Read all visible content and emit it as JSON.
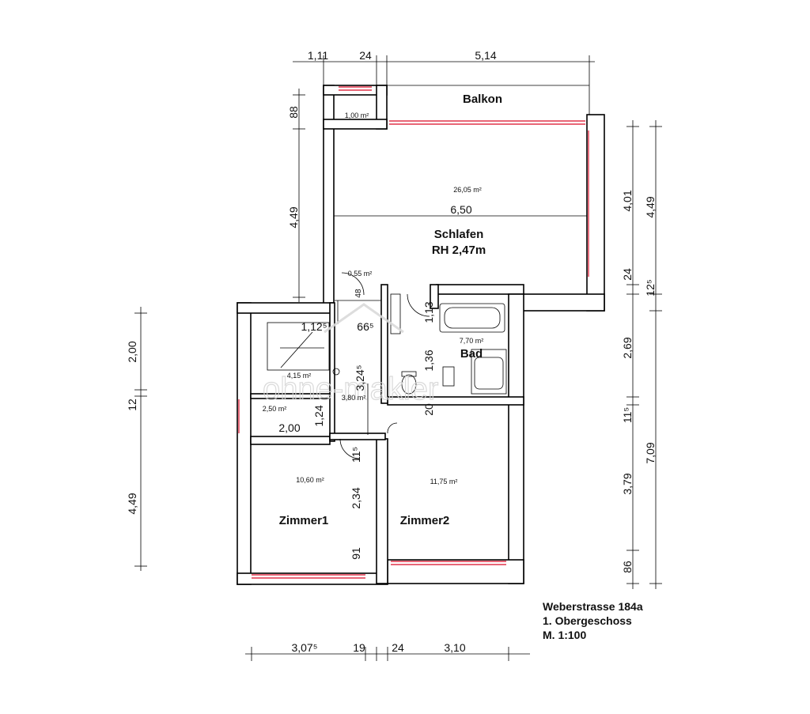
{
  "rooms": {
    "balkon": {
      "name": "Balkon"
    },
    "schlafen": {
      "name": "Schlafen",
      "height": "RH 2,47m",
      "area": "26,05 m²"
    },
    "bad": {
      "name": "Bad",
      "area": "7,70 m²"
    },
    "zimmer1": {
      "name": "Zimmer1",
      "area": "10,60 m²"
    },
    "zimmer2": {
      "name": "Zimmer2",
      "area": "11,75 m²"
    },
    "abstell": {
      "area": "1,00 m²"
    },
    "flur": {
      "area": "3,80 m²"
    },
    "nische": {
      "area": "0,55 m²"
    },
    "kueche": {
      "area": "2,50 m²"
    },
    "kochen": {
      "area": "4,15 m²"
    }
  },
  "dimensions": {
    "top": [
      "1,11",
      "24",
      "5,14"
    ],
    "bottom": [
      "3,07⁵",
      "19",
      "24",
      "3,10"
    ],
    "left_outer": [
      "2,00",
      "12",
      "4,49"
    ],
    "left_inner": [
      "88",
      "4,49"
    ],
    "right_inner": [
      "4,01",
      "24",
      "2,69",
      "11⁵",
      "3,79",
      "86"
    ],
    "right_outer": [
      "4,49",
      "12⁵",
      "7,09"
    ],
    "interior": {
      "schlafen_width": "6,50",
      "kitchen_width": "1,12⁵",
      "flur_width": "66⁵",
      "flur_length": "3,24⁵",
      "bad_1": "1,13",
      "bad_2": "1,36",
      "bad_3": "20",
      "kitchen_depth": "2,00",
      "kitchen_w2": "1,24",
      "wall_1": "11⁵",
      "wall_2": "2,34",
      "wall_3": "91",
      "door_48": "48"
    }
  },
  "info": {
    "address": "Weberstrasse 184a",
    "floor": "1. Obergeschoss",
    "scale": "M. 1:100"
  },
  "watermark": "ohne-makler"
}
